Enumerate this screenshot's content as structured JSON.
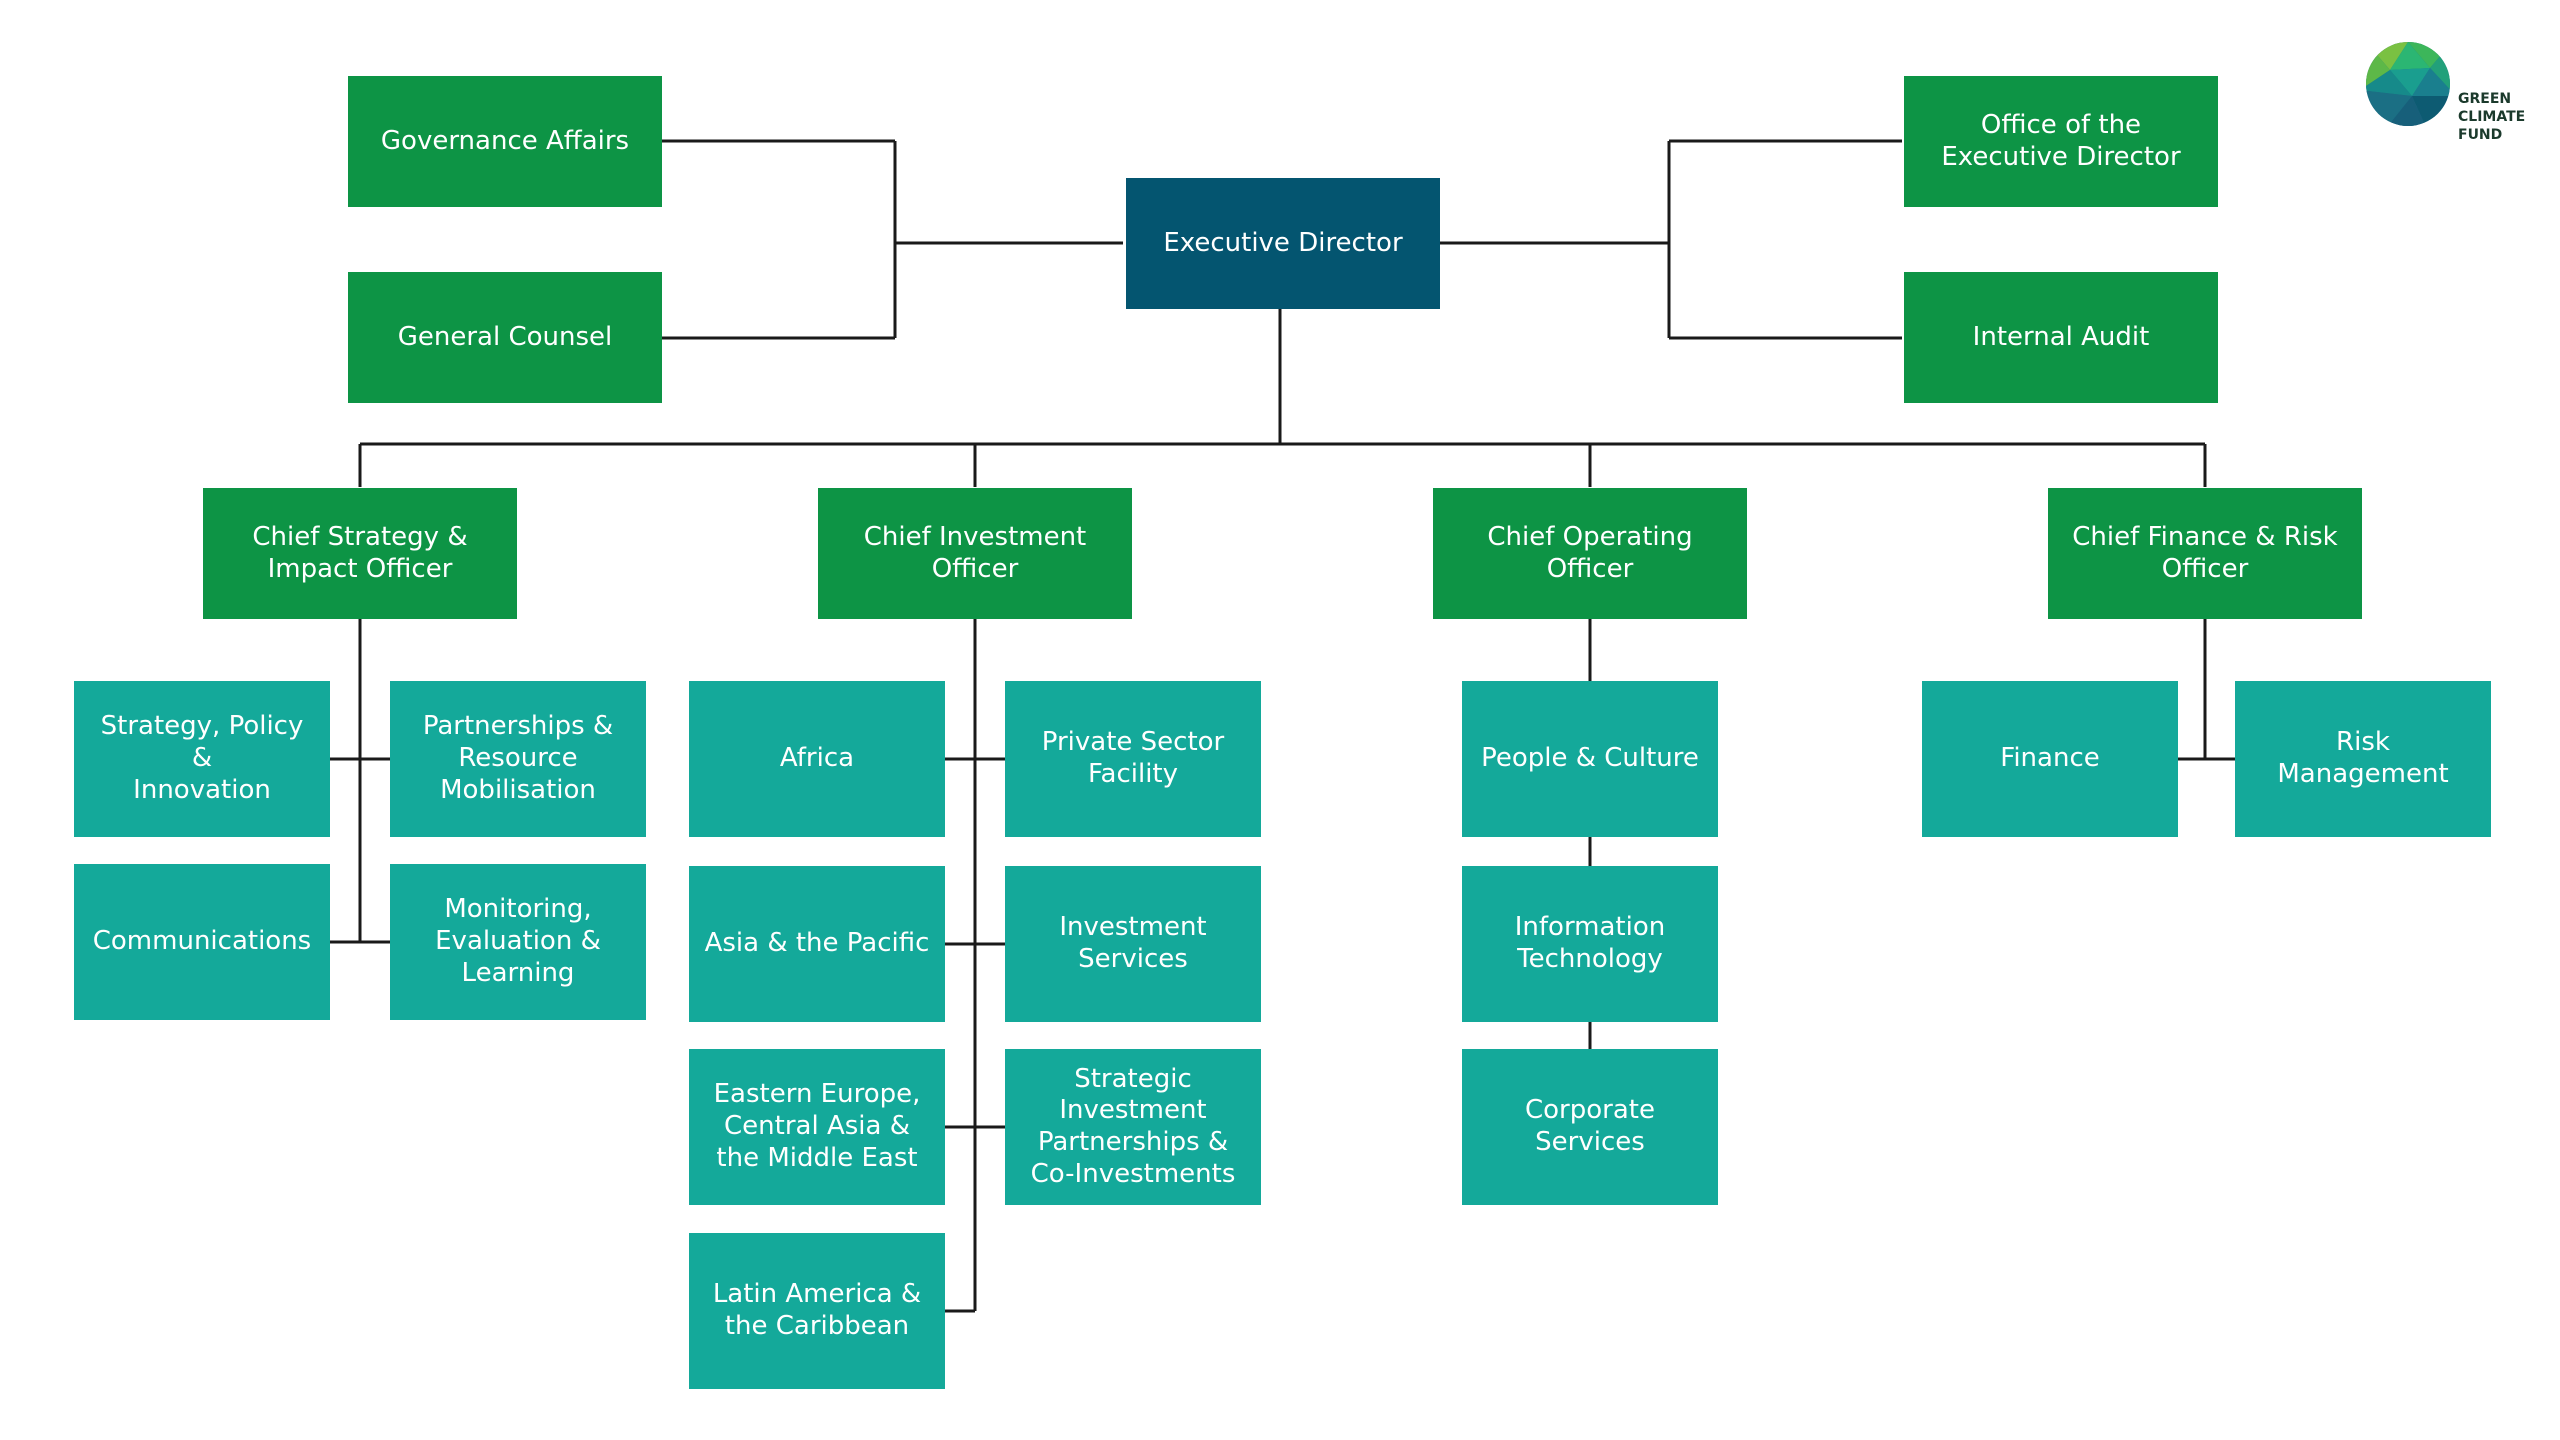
{
  "logo": {
    "text": "GREEN\nCLIMATE\nFUND",
    "colors": [
      "#7ac142",
      "#2bb673",
      "#1a9e8f",
      "#1f6f86",
      "#0d5b72"
    ]
  },
  "colors": {
    "leadership": "#045570",
    "office": "#0d9445",
    "division": "#14a99a",
    "connector": "#1a1a1a"
  },
  "org": {
    "executive_director": "Executive Director",
    "governance_affairs": "Governance Affairs",
    "general_counsel": "General Counsel",
    "office_of_executive_director": "Office of the\nExecutive Director",
    "internal_audit": "Internal Audit",
    "chiefs": {
      "strategy": "Chief Strategy &\nImpact Officer",
      "investment": "Chief Investment\nOfficer",
      "operating": "Chief Operating\nOfficer",
      "finance": "Chief Finance & Risk\nOfficer"
    },
    "strategy_units": {
      "spi": "Strategy, Policy &\nInnovation",
      "prm": "Partnerships &\nResource\nMobilisation",
      "communications": "Communications",
      "mel": "Monitoring,\nEvaluation &\nLearning"
    },
    "investment_units": {
      "africa": "Africa",
      "psf": "Private Sector\nFacility",
      "asia": "Asia & the Pacific",
      "investment_services": "Investment\nServices",
      "eeca": "Eastern Europe,\nCentral Asia &\nthe Middle East",
      "sipc": "Strategic\nInvestment\nPartnerships &\nCo-Investments",
      "latam": "Latin America &\nthe Caribbean"
    },
    "operating_units": {
      "people": "People & Culture",
      "it": "Information\nTechnology",
      "corporate": "Corporate\nServices"
    },
    "finance_units": {
      "finance": "Finance",
      "risk": "Risk\nManagement"
    }
  }
}
